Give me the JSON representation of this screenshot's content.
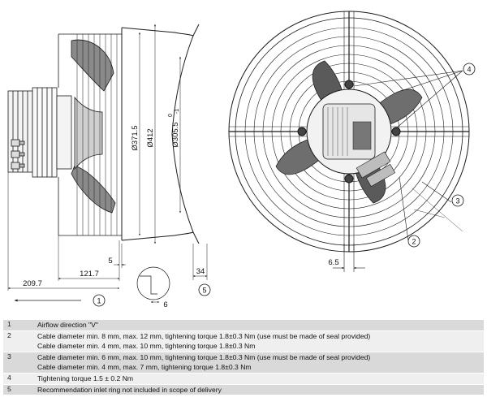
{
  "drawing": {
    "side_view": {
      "dim_diameter_outer": "Ø412",
      "dim_diameter_inner": "Ø371.5",
      "dim_diameter_ring": "Ø305.5",
      "dim_ring_tol_upper": "0",
      "dim_ring_tol_lower": "-1",
      "dim_length_total": "209.7",
      "dim_length_motor": "121.7",
      "dim_gap": "5",
      "dim_flange": "34",
      "dim_detail": "6"
    },
    "front_view": {
      "dim_offset": "6.5"
    },
    "callouts": {
      "airflow": "1",
      "cable_2": "2",
      "cable_3": "3",
      "torque_4": "4",
      "inlet_ring_5": "5"
    },
    "colors": {
      "line": "#1a1a1a",
      "blade_shade": "#6e6e6e",
      "blade_dark": "#3c3c3c",
      "table_dark_row": "#d9d9d9",
      "table_light_row": "#efefef"
    }
  },
  "notes": [
    {
      "num": "1",
      "lines": [
        "Airflow direction \"V\""
      ]
    },
    {
      "num": "2",
      "lines": [
        "Cable diameter min. 8 mm, max. 12 mm, tightening torque 1.8±0.3 Nm (use must be made of seal provided)",
        "Cable diameter min. 4 mm, max. 10 mm, tightening torque 1.8±0.3 Nm"
      ]
    },
    {
      "num": "3",
      "lines": [
        "Cable diameter min. 6 mm, max. 10 mm, tightening torque 1.8±0.3 Nm (use must be made of seal provided)",
        "Cable diameter min. 4 mm, max. 7 mm, tightening torque 1.8±0.3 Nm"
      ]
    },
    {
      "num": "4",
      "lines": [
        "Tightening torque 1.5 ± 0.2 Nm"
      ]
    },
    {
      "num": "5",
      "lines": [
        "Recommendation inlet ring not included in scope of delivery"
      ]
    }
  ]
}
